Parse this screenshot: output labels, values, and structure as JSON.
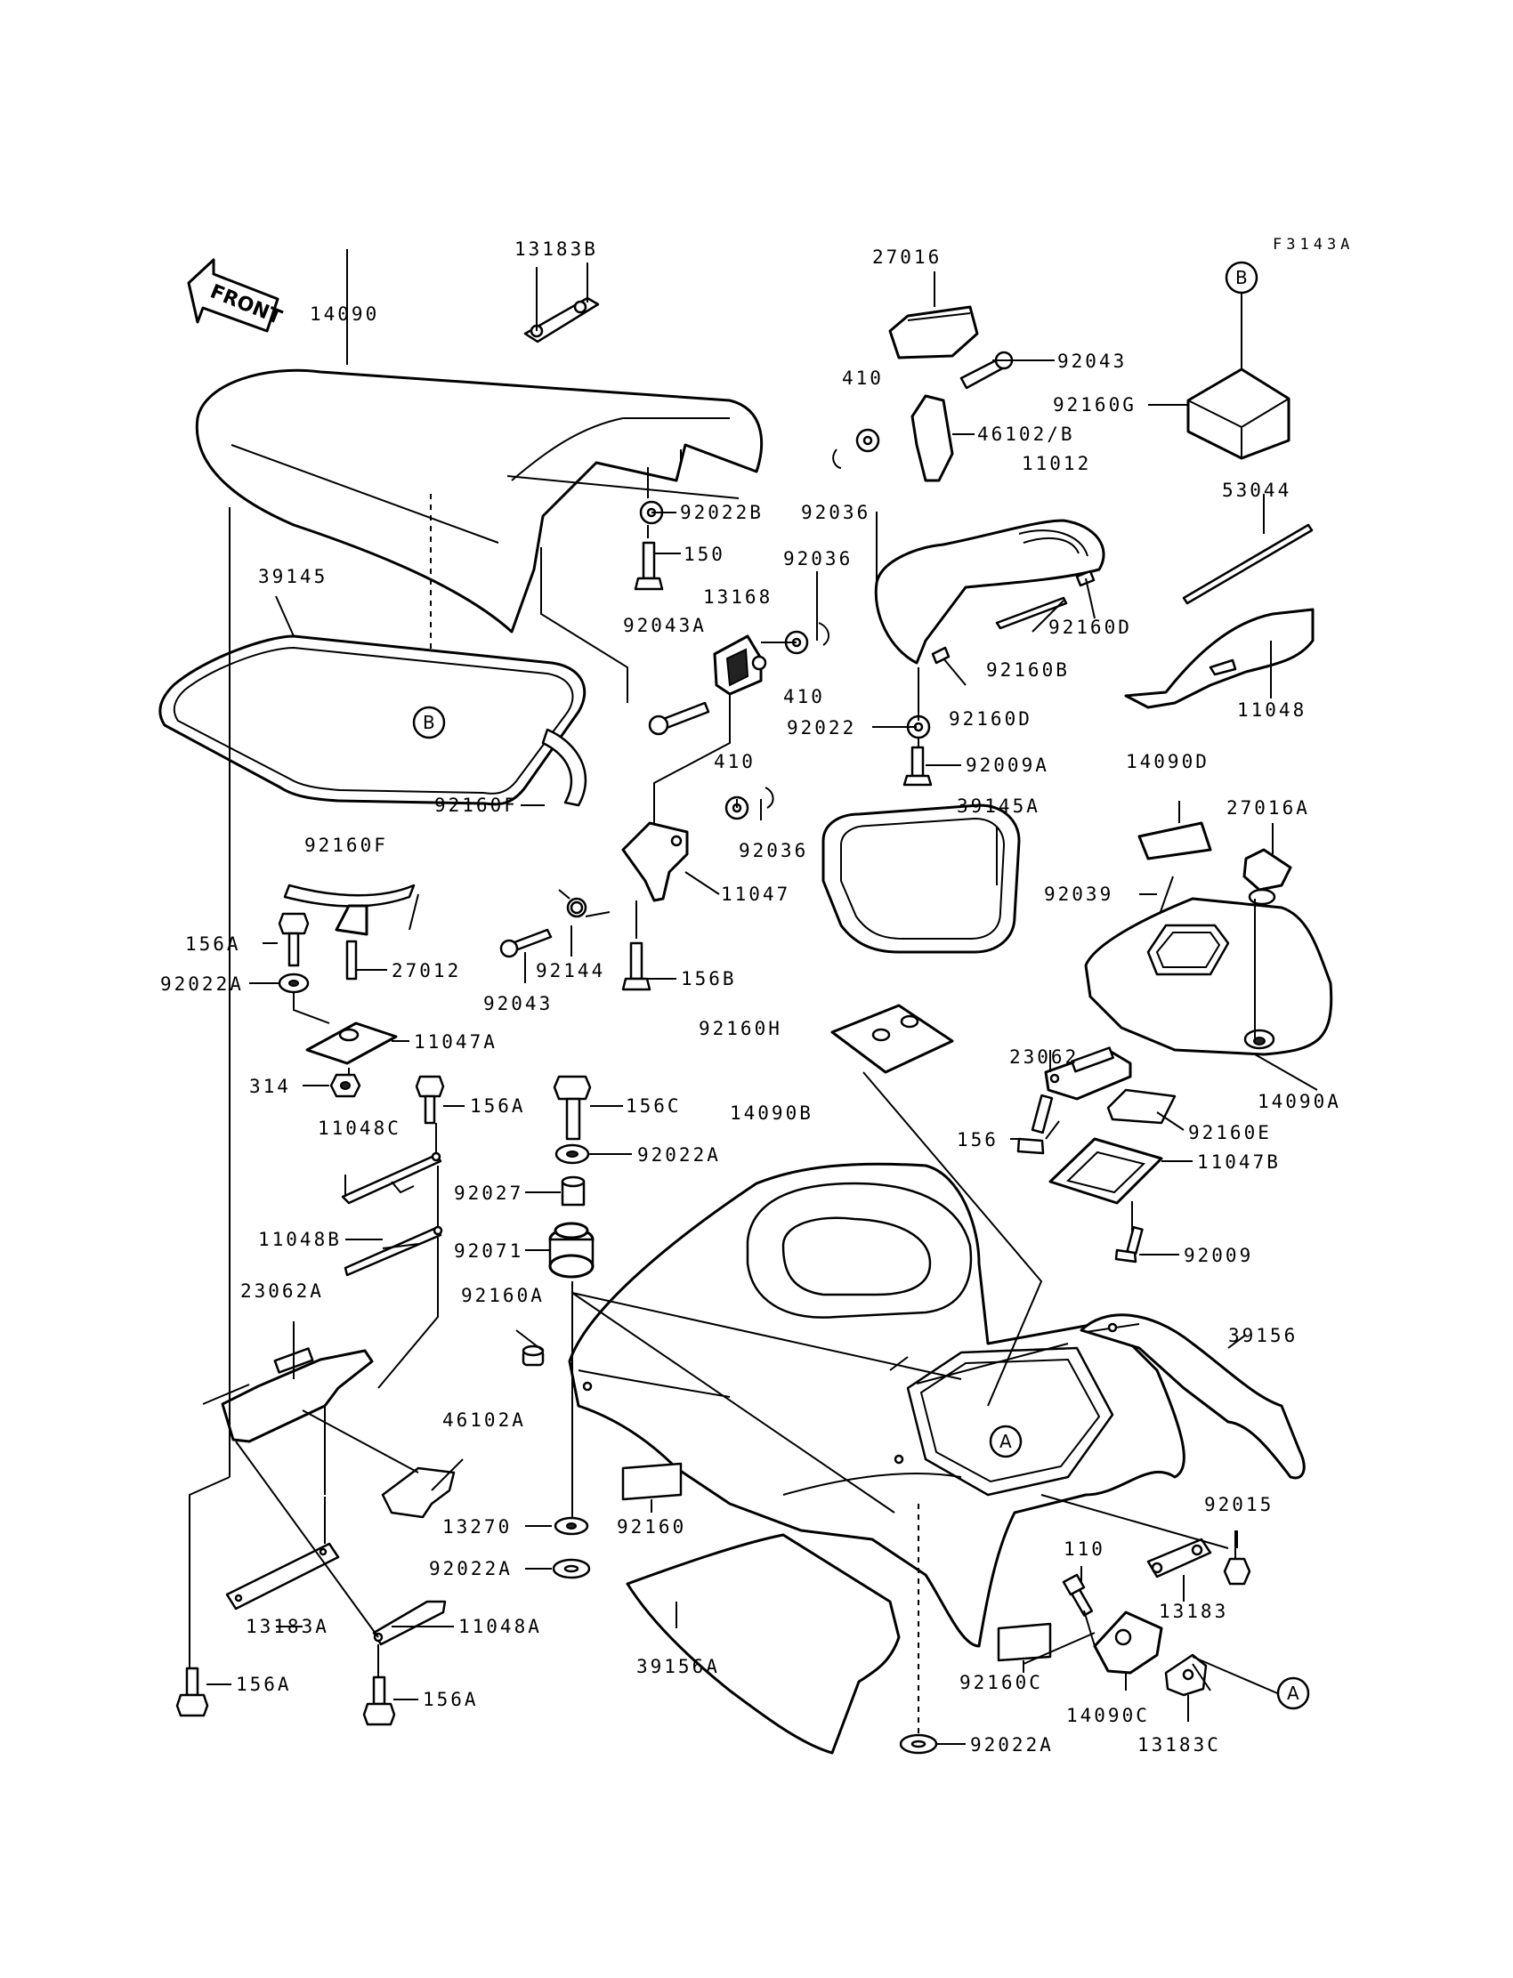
{
  "diagram_code": "F3143A",
  "front_arrow_label": "FRONT",
  "reference_markers": {
    "a": "A",
    "b": "B"
  },
  "part_labels": {
    "p13183B": "13183B",
    "p14090": "14090",
    "p27016": "27016",
    "p92043_top": "92043",
    "p410_top": "410",
    "p46102B": "46102/B",
    "p92160G": "92160G",
    "p92022B": "92022B",
    "p92036_top": "92036",
    "p11012": "11012",
    "p53044": "53044",
    "p150": "150",
    "p92036_mid": "92036",
    "p39145": "39145",
    "p13168": "13168",
    "p92043A": "92043A",
    "p92160D_a": "92160D",
    "p410_mid": "410",
    "p92160B": "92160B",
    "p11048": "11048",
    "p92022": "92022",
    "p92160D_b": "92160D",
    "p92009A": "92009A",
    "p410_low": "410",
    "p14090D": "14090D",
    "p92160F_a": "92160F",
    "p39145A": "39145A",
    "p27016A": "27016A",
    "p92036_low": "92036",
    "p92160F_b": "92160F",
    "p92039": "92039",
    "p11047": "11047",
    "p156A_a": "156A",
    "p156B": "156B",
    "p27012": "27012",
    "p92022A_a": "92022A",
    "p92144": "92144",
    "p92043_low": "92043",
    "p11047A": "11047A",
    "p92160H": "92160H",
    "p23062": "23062",
    "p314": "314",
    "p156A_b": "156A",
    "p156C": "156C",
    "p14090B": "14090B",
    "p14090A": "14090A",
    "p11048C": "11048C",
    "p156": "156",
    "p92022A_b": "92022A",
    "p92160E": "92160E",
    "p11047B": "11047B",
    "p92027": "92027",
    "p11048B": "11048B",
    "p92071": "92071",
    "p92009": "92009",
    "p23062A": "23062A",
    "p92160A": "92160A",
    "p39156": "39156",
    "p46102A": "46102A",
    "p92015": "92015",
    "p13270": "13270",
    "p92160": "92160",
    "p110": "110",
    "p92022A_c": "92022A",
    "p13183": "13183",
    "p13183A": "13183A",
    "p11048A": "11048A",
    "p39156A": "39156A",
    "p156A_c": "156A",
    "p156A_d": "156A",
    "p92160C": "92160C",
    "p14090C": "14090C",
    "p13183C": "13183C",
    "p92022A_d": "92022A"
  }
}
